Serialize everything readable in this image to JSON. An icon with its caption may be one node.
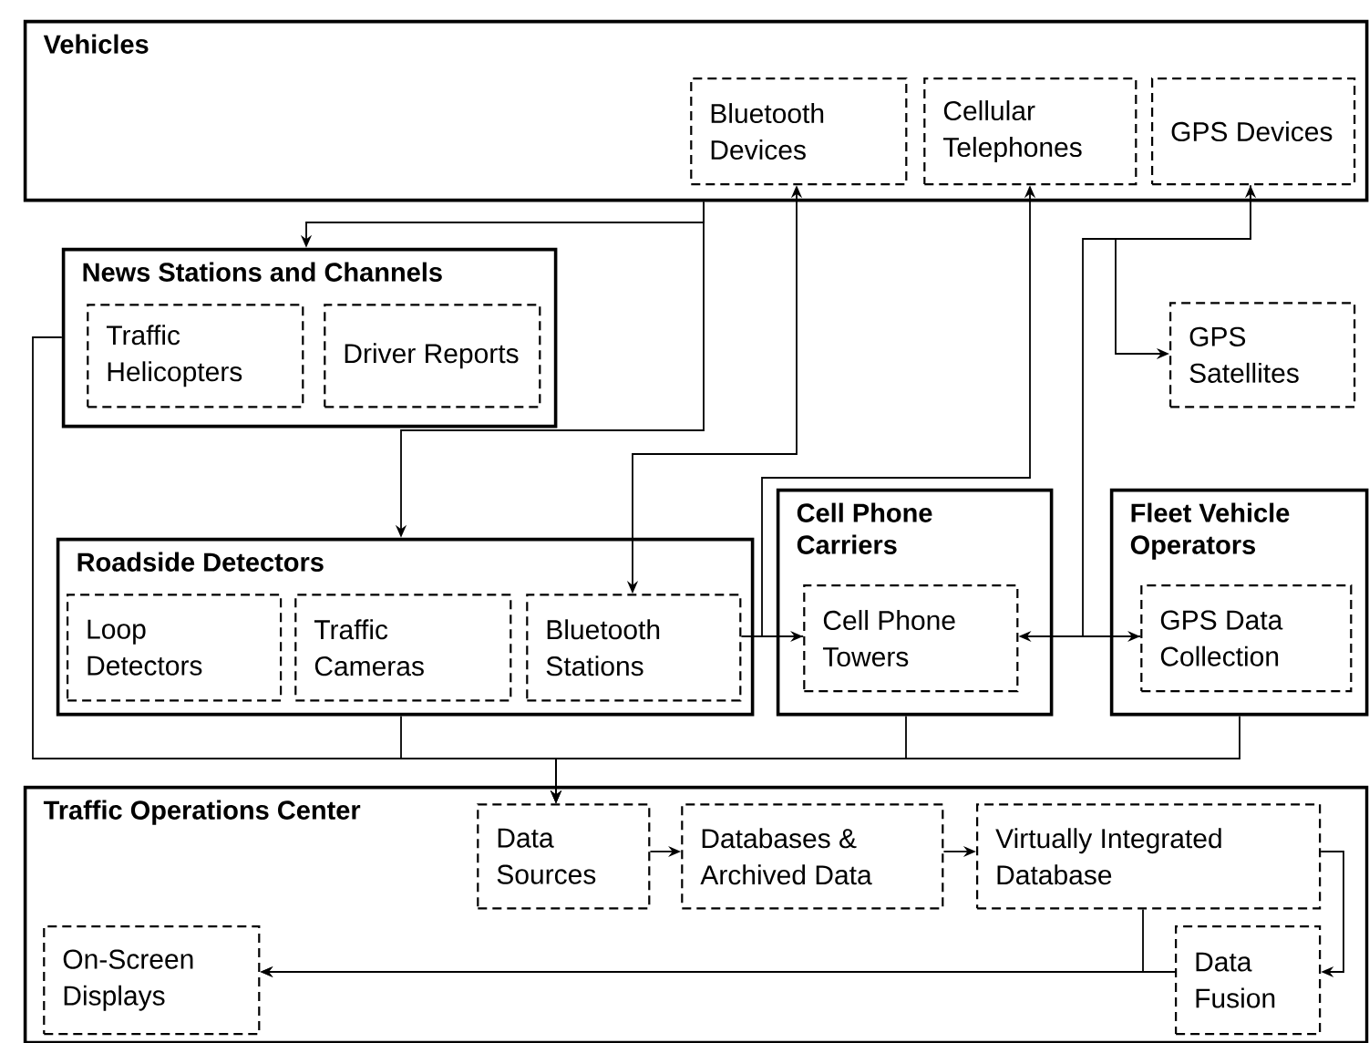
{
  "diagram": {
    "nodes": [
      {
        "text": [
          "Vehicles"
        ]
      },
      {
        "text": [
          "Bluetooth Devices"
        ],
        "in": 0
      },
      {
        "text": [
          "Cellular Telephones"
        ],
        "in": 0
      },
      {
        "text": [
          "GPS Devices"
        ],
        "in": 0
      },
      {
        "text": [
          "News Stations and Channels"
        ]
      },
      {
        "text": [
          "Traffic Helicopters"
        ],
        "in": 4
      },
      {
        "text": [
          "Driver Reports"
        ],
        "in": 4
      },
      {
        "text": [
          "GPS Satellites"
        ]
      },
      {
        "text": [
          "Roadside Detectors"
        ]
      },
      {
        "text": [
          "Loop Detectors"
        ],
        "in": 8
      },
      {
        "text": [
          "Traffic Cameras"
        ],
        "in": 8
      },
      {
        "text": [
          "Bluetooth Stations"
        ],
        "in": 8
      },
      {
        "text": [
          "Cell Phone Carriers"
        ]
      },
      {
        "text": [
          "Cell Phone Towers"
        ],
        "in": 12
      },
      {
        "text": [
          "Fleet Vehicle Operators"
        ]
      },
      {
        "text": [
          "GPS Data Collection"
        ],
        "in": 14
      },
      {
        "text": [
          "Traffic Operations Center"
        ]
      },
      {
        "text": [
          "Data Sources"
        ],
        "in": 16
      },
      {
        "text": [
          "Databases & Archived Data"
        ],
        "in": 16
      },
      {
        "text": [
          "Virtually Integrated Database"
        ],
        "in": 16
      },
      {
        "text": [
          "On-Screen Displays"
        ],
        "in": 16
      },
      {
        "text": [
          "Data Fusion"
        ],
        "in": 16
      }
    ],
    "edges": [
      {
        "from": 0,
        "to": 4,
        "arrow": "to"
      },
      {
        "from": 0,
        "to": 8,
        "arrow": "to"
      },
      {
        "from": 1,
        "to": 11,
        "arrow": "both"
      },
      {
        "from": 13,
        "to": 2,
        "arrow": "to"
      },
      {
        "from": 11,
        "to": 13,
        "arrow": "to"
      },
      {
        "from": 15,
        "to": 13,
        "arrow": "to"
      },
      {
        "from": 3,
        "to": 7,
        "arrow": "both"
      },
      {
        "from": 3,
        "to": 15,
        "arrow": "to"
      },
      {
        "from": 4,
        "to": 17,
        "arrow": "to"
      },
      {
        "from": 8,
        "to": 17,
        "arrow": "to"
      },
      {
        "from": 12,
        "to": 17,
        "arrow": "to"
      },
      {
        "from": 14,
        "to": 17,
        "arrow": "to"
      },
      {
        "from": 17,
        "to": 18,
        "arrow": "to"
      },
      {
        "from": 18,
        "to": 19,
        "arrow": "to"
      },
      {
        "from": 19,
        "to": 21,
        "arrow": "to"
      },
      {
        "from": 19,
        "to": 20,
        "arrow": "to"
      },
      {
        "from": 21,
        "to": 20,
        "arrow": "to"
      }
    ]
  }
}
